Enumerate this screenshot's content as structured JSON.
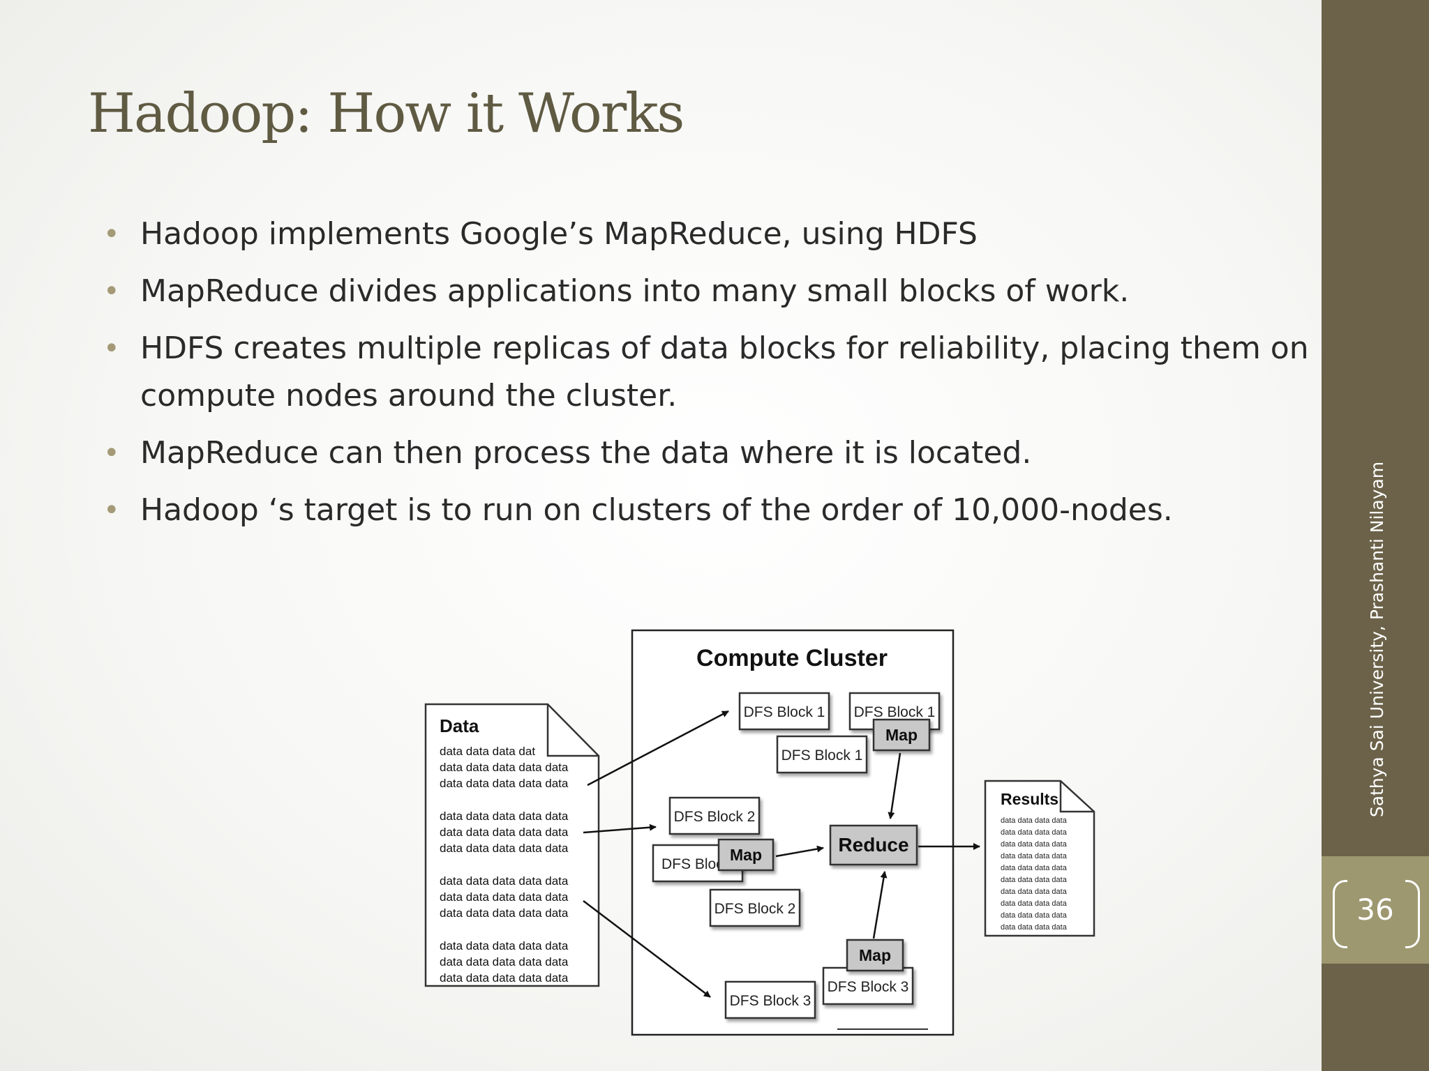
{
  "slide": {
    "title": "Hadoop: How it Works",
    "bullets": [
      "Hadoop implements Google’s MapReduce, using HDFS",
      "MapReduce divides applications into many small blocks of work.",
      "HDFS creates multiple replicas of data blocks for reliability, placing them on compute nodes around the cluster.",
      "MapReduce can then process the data where it is located.",
      "Hadoop ‘s target is to run on clusters of the order of 10,000-nodes."
    ],
    "footer": "Sathya Sai University, Prashanti Nilayam",
    "page_number": "36"
  },
  "diagram": {
    "data_doc": {
      "title": "Data",
      "line_first": "data data data dat",
      "line": "data data data data data"
    },
    "cluster_title": "Compute Cluster",
    "block1": "DFS Block 1",
    "block2": "DFS Block 2",
    "block3": "DFS Block 3",
    "block2_partial": "DFS Bloc",
    "map": "Map",
    "reduce": "Reduce",
    "results": {
      "title": "Results",
      "line": "data data data data"
    }
  },
  "colors": {
    "sidebar": "#6b6249",
    "sidebar_accent": "#9e9870",
    "title": "#5f5a42",
    "bullet": "#a49a78",
    "node_fill": "#c8c8c8"
  }
}
